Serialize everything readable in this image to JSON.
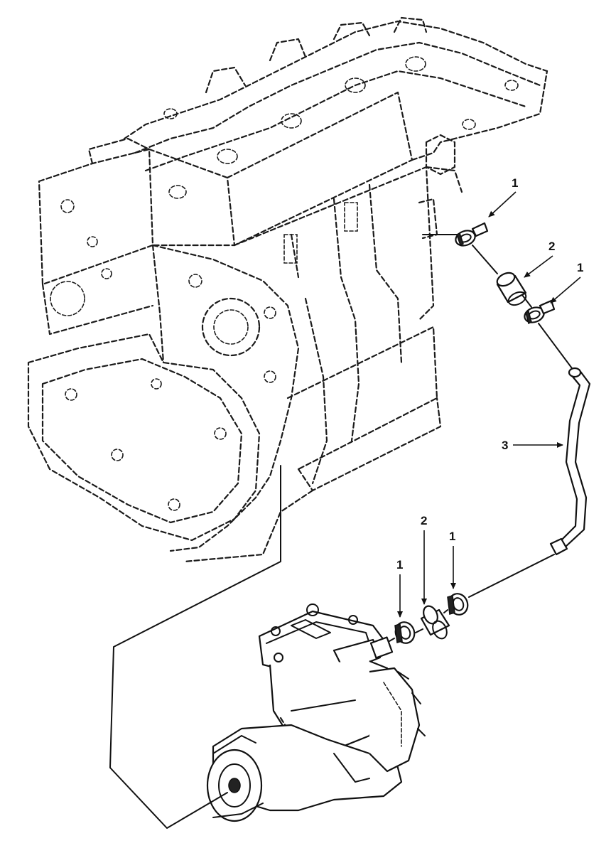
{
  "callouts": [
    {
      "id": "clamp-upper-a",
      "label": "1"
    },
    {
      "id": "hose-upper",
      "label": "2"
    },
    {
      "id": "clamp-upper-b",
      "label": "1"
    },
    {
      "id": "tube",
      "label": "3"
    },
    {
      "id": "clamp-lower-a",
      "label": "1"
    },
    {
      "id": "hose-lower",
      "label": "2"
    },
    {
      "id": "clamp-lower-b",
      "label": "1"
    }
  ]
}
